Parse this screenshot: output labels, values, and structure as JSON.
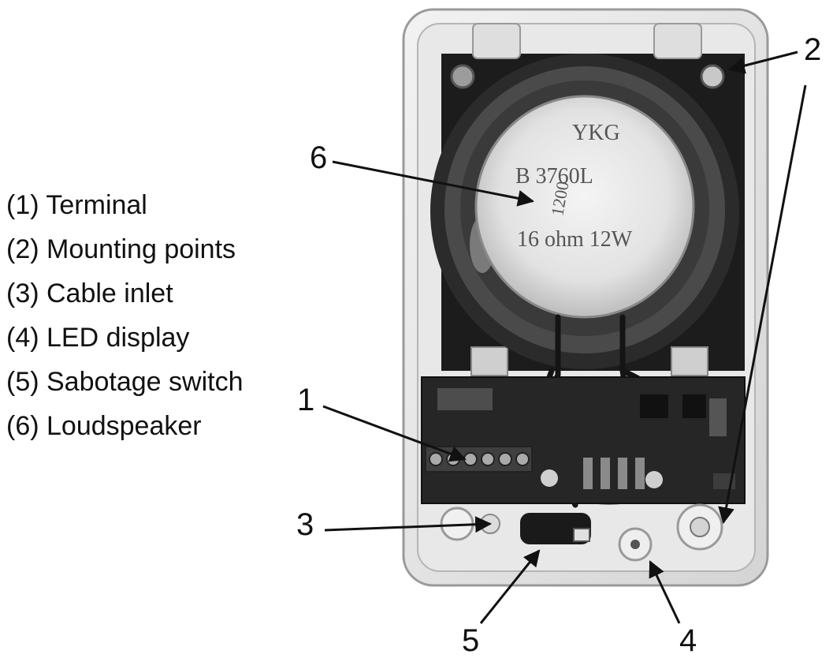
{
  "legend": [
    {
      "num": "1",
      "text": "(1) Terminal"
    },
    {
      "num": "2",
      "text": "(2) Mounting points"
    },
    {
      "num": "3",
      "text": "(3) Cable inlet"
    },
    {
      "num": "4",
      "text": "(4) LED display"
    },
    {
      "num": "5",
      "text": "(5) Sabotage switch"
    },
    {
      "num": "6",
      "text": "(6) Loudspeaker"
    }
  ],
  "speaker_label": {
    "brand": "YKG",
    "model": "B   3760L",
    "spec": "16 ohm 12W",
    "stamp": "1200"
  }
}
